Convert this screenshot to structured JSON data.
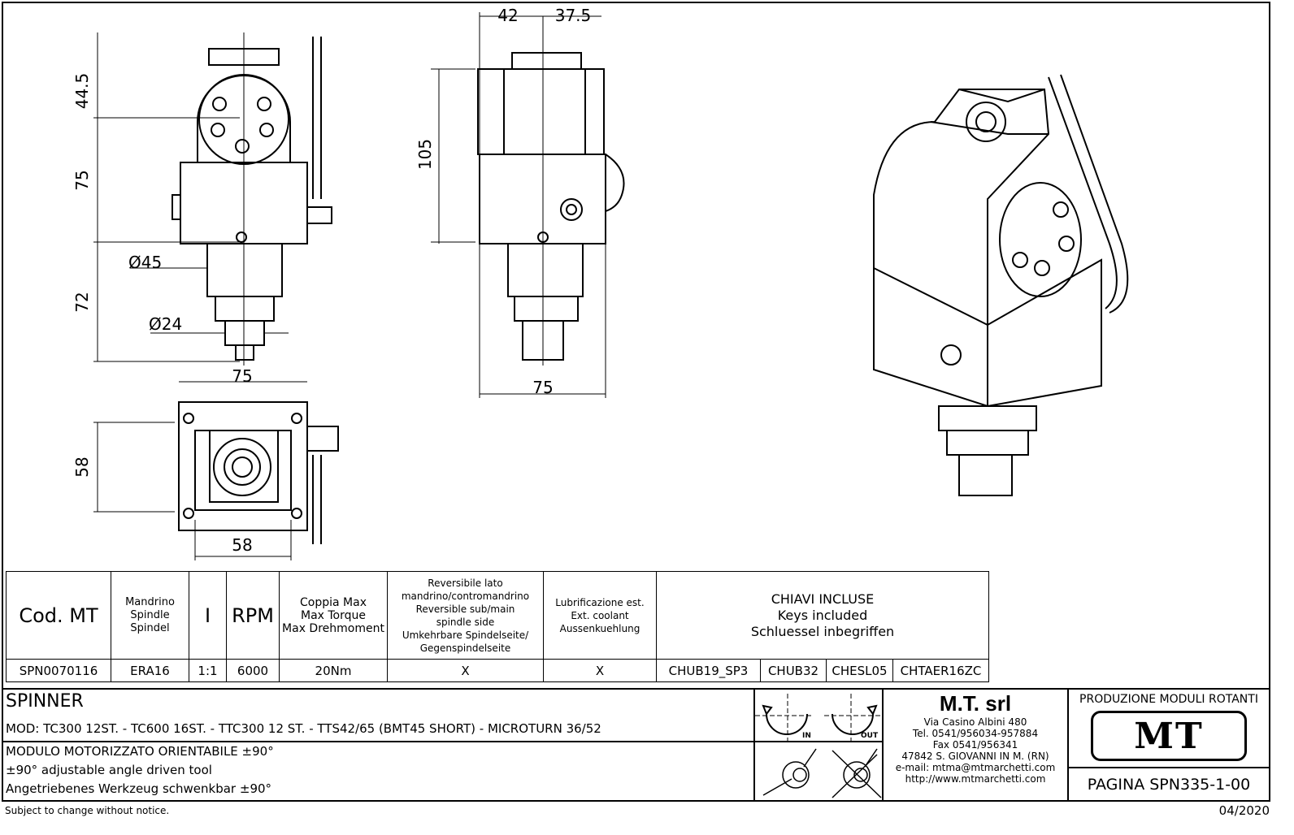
{
  "dimensions": {
    "front": {
      "top": "44.5",
      "body": "75",
      "shank": "72",
      "dia_outer": "Ø45",
      "dia_inner": "Ø24"
    },
    "side": {
      "left": "42",
      "right": "37.5",
      "height": "105",
      "width": "75"
    },
    "top_view": {
      "width": "75",
      "height": "58",
      "bottom": "58"
    }
  },
  "spec_table": {
    "headers": {
      "code": "Cod. MT",
      "spindle": [
        "Mandrino",
        "Spindle",
        "Spindel"
      ],
      "ratio": "I",
      "rpm": "RPM",
      "torque": [
        "Coppia Max",
        "Max Torque",
        "Max Drehmoment"
      ],
      "reversible": [
        "Reversibile lato",
        "mandrino/contromandrino",
        "Reversible sub/main",
        "spindle side",
        "Umkehrbare Spindelseite/",
        "Gegenspindelseite"
      ],
      "coolant": [
        "Lubrificazione est.",
        "Ext. coolant",
        "Aussenkuehlung"
      ],
      "keys": [
        "CHIAVI INCLUSE",
        "Keys included",
        "Schluessel inbegriffen"
      ]
    },
    "row": {
      "code": "SPN0070116",
      "spindle": "ERA16",
      "ratio": "1:1",
      "rpm": "6000",
      "torque": "20Nm",
      "reversible": "X",
      "coolant": "X",
      "keys": [
        "CHUB19_SP3",
        "CHUB32",
        "CHESL05",
        "CHTAER16ZC"
      ]
    }
  },
  "title_block": {
    "name": "SPINNER",
    "models": "MOD: TC300 12ST. - TC600 16ST. - TTC300 12 ST. - TTS42/65 (BMT45 SHORT) - MICROTURN 36/52",
    "desc_it": "MODULO MOTORIZZATO ORIENTABILE ±90°",
    "desc_en": "±90° adjustable angle driven tool",
    "desc_de": "Angetriebenes Werkzeug schwenkbar ±90°",
    "rotation_in": "IN",
    "rotation_out": "OUT",
    "company": {
      "name": "M.T. srl",
      "address": "Via Casino Albini 480",
      "tel": "Tel. 0541/956034-957884",
      "fax": "Fax 0541/956341",
      "city": "47842 S. GIOVANNI IN M. (RN)",
      "email": "e-mail: mtma@mtmarchetti.com",
      "web": "http://www.mtmarchetti.com"
    },
    "division": "PRODUZIONE MODULI ROTANTI",
    "logo_text": "MT",
    "page": "PAGINA SPN335-1-00"
  },
  "footer": {
    "notice": "Subject to change without notice.",
    "date": "04/2020"
  }
}
